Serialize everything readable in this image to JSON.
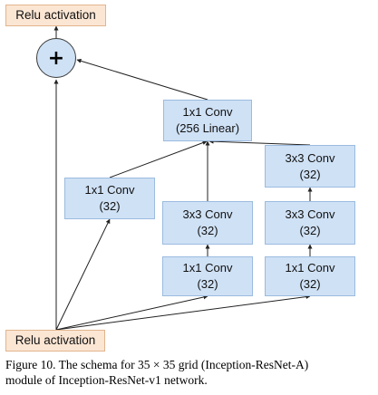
{
  "diagram": {
    "nodes": {
      "relu_top": {
        "label": "Relu activation"
      },
      "add": {
        "label": "+"
      },
      "conv_linear": {
        "line1": "1x1 Conv",
        "line2": "(256 Linear)"
      },
      "branch1_conv": {
        "line1": "1x1 Conv",
        "line2": "(32)"
      },
      "branch2_conv3": {
        "line1": "3x3 Conv",
        "line2": "(32)"
      },
      "branch2_conv1": {
        "line1": "1x1 Conv",
        "line2": "(32)"
      },
      "branch3_conv3b": {
        "line1": "3x3 Conv",
        "line2": "(32)"
      },
      "branch3_conv3a": {
        "line1": "3x3 Conv",
        "line2": "(32)"
      },
      "branch3_conv1": {
        "line1": "1x1 Conv",
        "line2": "(32)"
      },
      "relu_bottom": {
        "label": "Relu activation"
      }
    },
    "edges": [
      {
        "from": "relu_bottom",
        "to": "add"
      },
      {
        "from": "relu_bottom",
        "to": "branch1_conv"
      },
      {
        "from": "relu_bottom",
        "to": "branch2_conv1"
      },
      {
        "from": "relu_bottom",
        "to": "branch3_conv1"
      },
      {
        "from": "branch2_conv1",
        "to": "branch2_conv3"
      },
      {
        "from": "branch3_conv1",
        "to": "branch3_conv3a"
      },
      {
        "from": "branch3_conv3a",
        "to": "branch3_conv3b"
      },
      {
        "from": "branch1_conv",
        "to": "conv_linear"
      },
      {
        "from": "branch2_conv3",
        "to": "conv_linear"
      },
      {
        "from": "branch3_conv3b",
        "to": "conv_linear"
      },
      {
        "from": "conv_linear",
        "to": "add"
      },
      {
        "from": "add",
        "to": "relu_top"
      }
    ]
  },
  "caption": {
    "line1": "Figure 10. The schema for 35 × 35 grid (Inception-ResNet-A)",
    "line2": "module of Inception-ResNet-v1 network."
  },
  "colors": {
    "conv_fill": "#cfe1f5",
    "conv_border": "#9bbbe0",
    "relu_fill": "#fbe6d4",
    "relu_border": "#e2b48c",
    "edge": "#222222"
  }
}
